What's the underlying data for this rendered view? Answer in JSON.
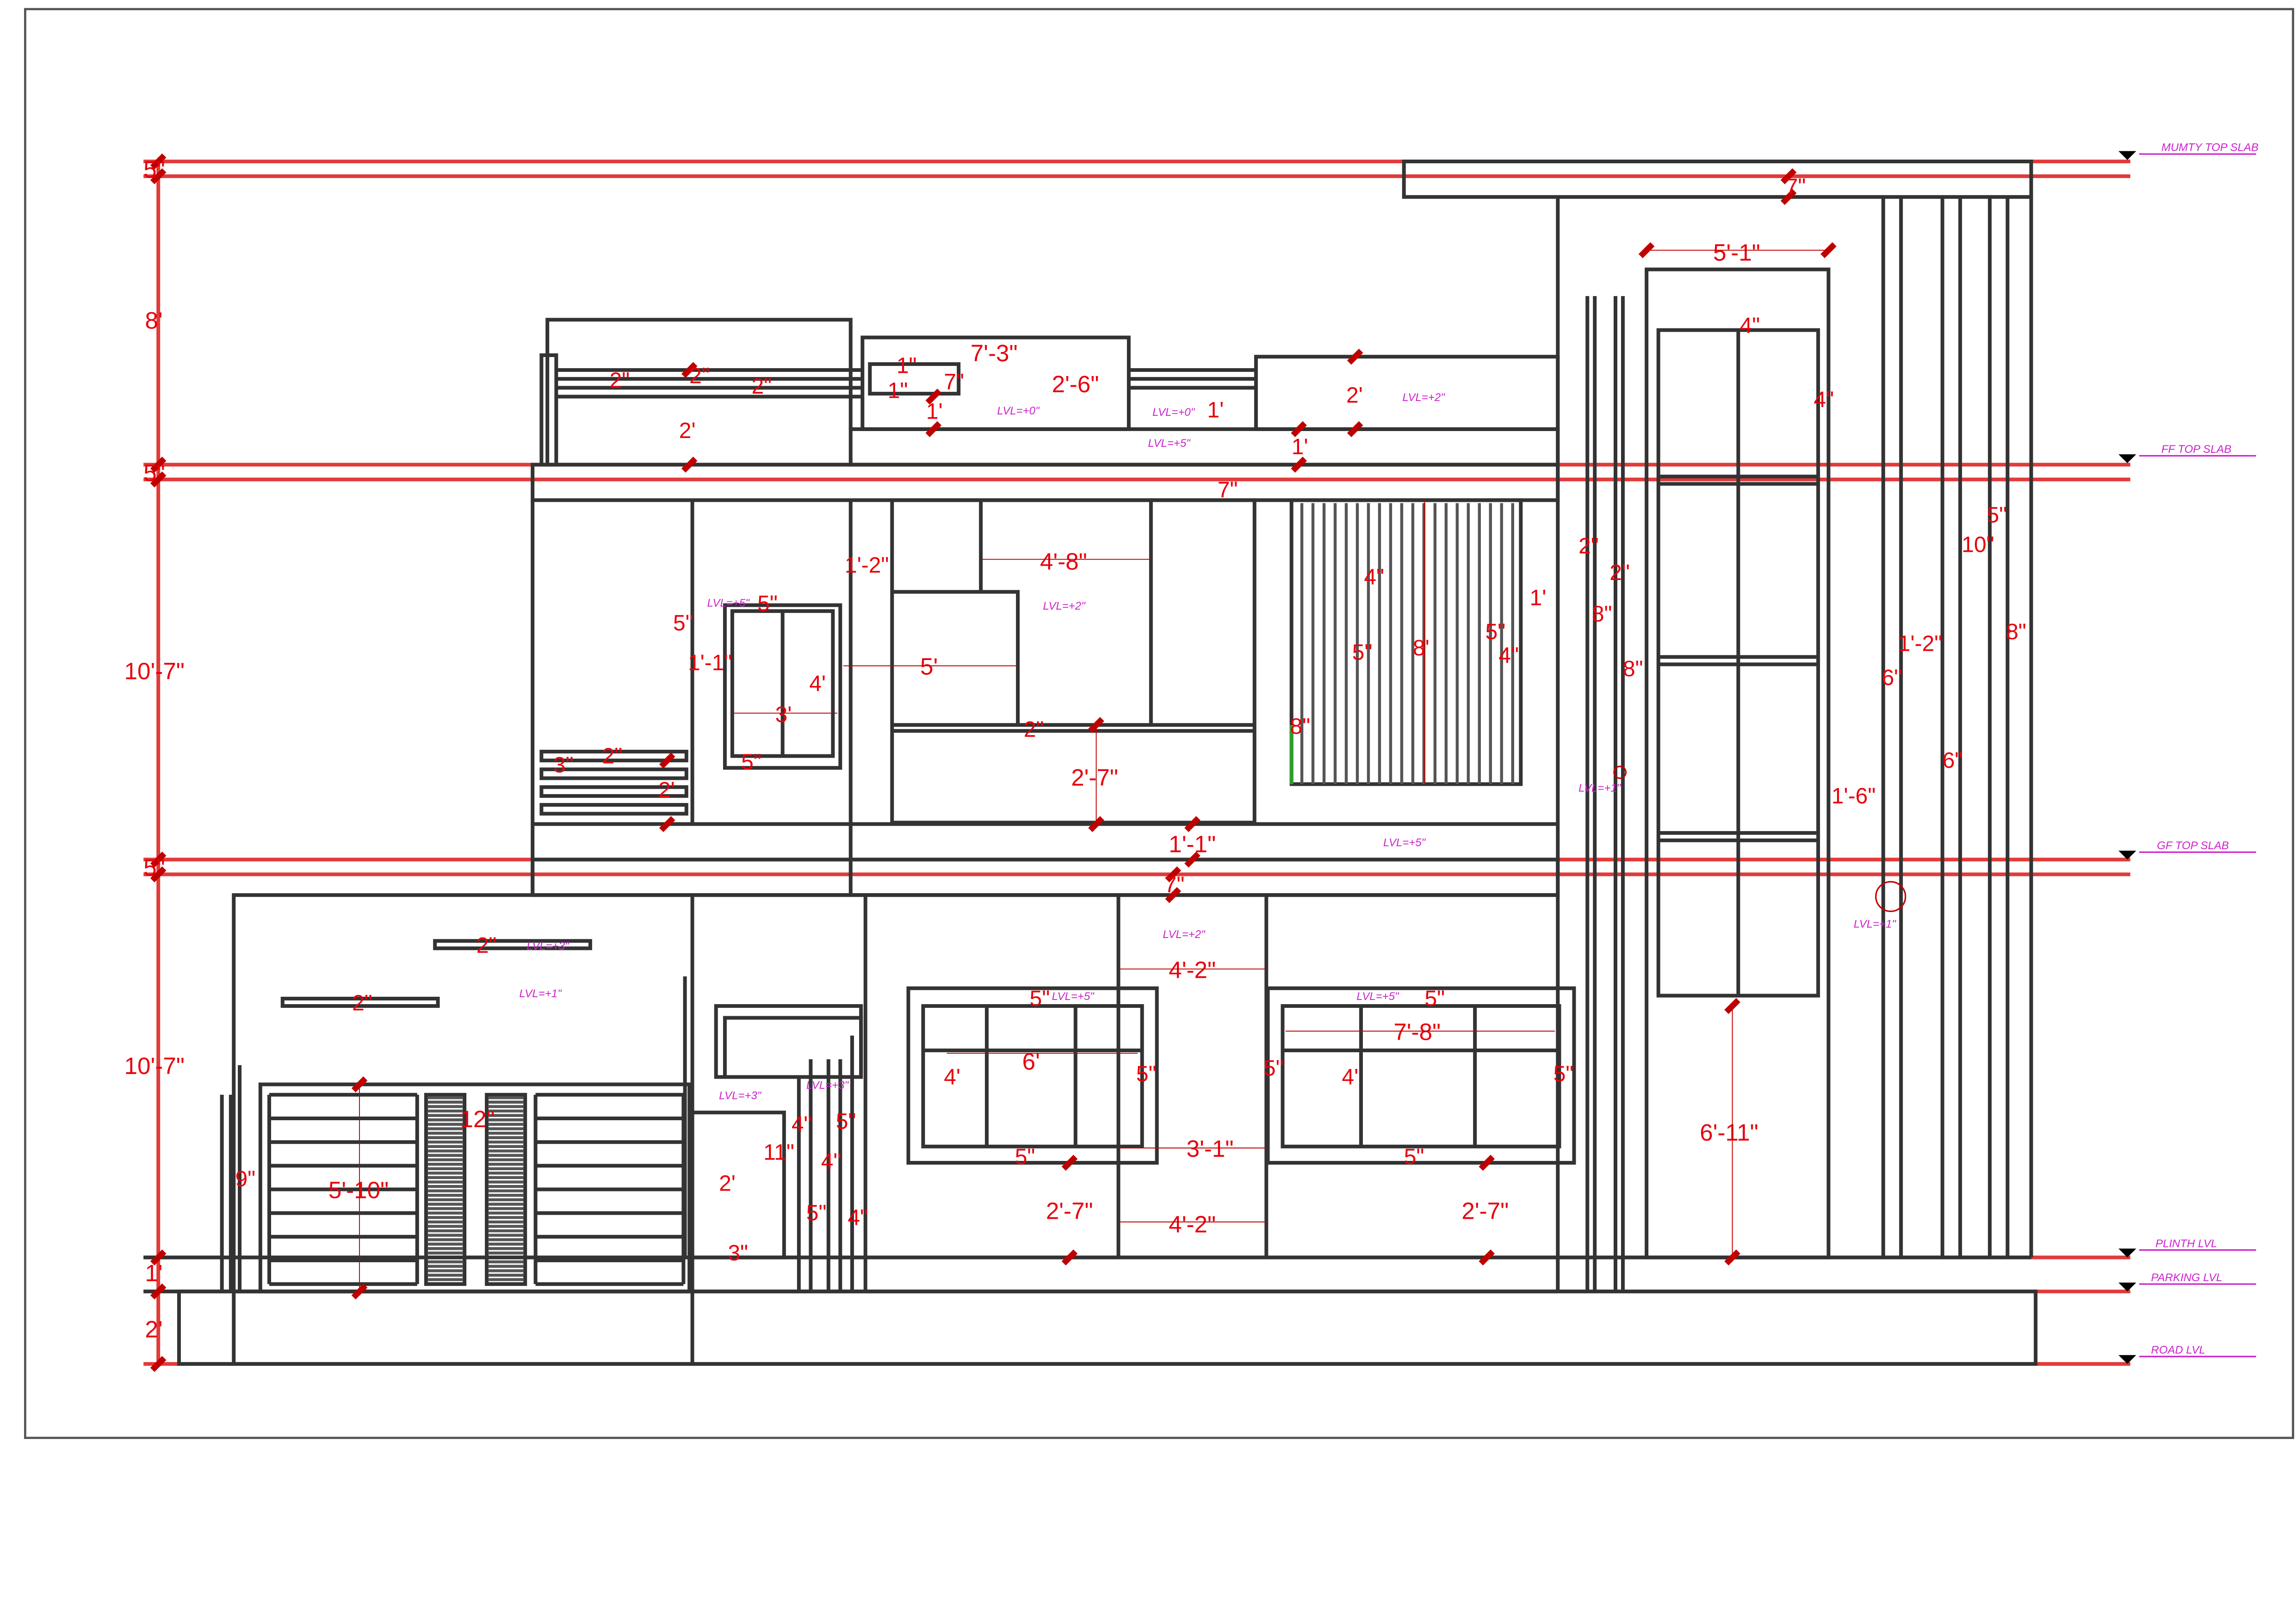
{
  "drawing": {
    "level_labels": {
      "mumty": "MUMTY TOP SLAB",
      "ff": "FF TOP SLAB",
      "gf": "GF TOP SLAB",
      "plinth": "PLINTH LVL",
      "parking": "PARKING LVL",
      "road": "ROAD LVL"
    },
    "left_dims": {
      "mumty_slab": "5\"",
      "mumty_height": "8'",
      "ff_slab": "5\"",
      "ff_height": "10'-7\"",
      "gf_slab": "5\"",
      "gf_height": "10'-7\"",
      "plinth": "1'",
      "parking": "2'"
    },
    "lvl_marks": {
      "parapet_a": "LVL=+0\"",
      "parapet_b": "LVL=+0\"",
      "parapet_c": "LVL=+5\"",
      "parapet_d": "LVL=+2\"",
      "ff_window": "LVL=+5\"",
      "ff_box": "LVL=+2\"",
      "ff_box_b": "LVL=+5\"",
      "ff_stair": "LVL=+1\"",
      "gf_left_a": "LVL=+3\"",
      "gf_left_b": "LVL=+1\"",
      "gf_center": "LVL=+2\"",
      "gf_win_a": "LVL=+5\"",
      "gf_win_b": "LVL=+5\"",
      "gf_entry_a": "LVL=+3\"",
      "gf_entry_b": "LVL=+3\"",
      "stair_right": "LVL=+1\""
    },
    "dims": {
      "mumty_7": "7\"",
      "mumty_w": "5'-1\"",
      "mumty_4a": "4\"",
      "mumty_4b": "4\"",
      "par_2a": "2\"",
      "par_2b": "2\"",
      "par_2c": "2\"",
      "par_2ft": "2'",
      "par_1a": "1\"",
      "par_7": "7\"",
      "par_1b": "1\"",
      "par_1ft": "1'",
      "par_73": "7'-3\"",
      "par_26": "2'-6\"",
      "par_1ft_b": "1'",
      "par_2ft_b": "2'",
      "par_1ft_c": "1'",
      "ff_7": "7\"",
      "ff_12": "1'-2\"",
      "ff_48": "4'-8\"",
      "ff_4a": "4\"",
      "ff_5a": "5\"",
      "ff_8ft": "8'",
      "ff_5b": "5\"",
      "ff_4b": "4\"",
      "ff_1ft": "1'",
      "ff_5c": "5\"",
      "ff_5d": "5\"",
      "ff_11": "1'-1\"",
      "ff_4ft": "4'",
      "ff_5ft": "5'",
      "ff_3ft": "3'",
      "ff_5e": "5\"",
      "ff_2a": "2\"",
      "ff_27": "2'-7\"",
      "ff_8a": "8\"",
      "ff_3a": "3\"",
      "ff_2b": "2\"",
      "ff_2ft": "2'",
      "ff_11b": "1'-1\"",
      "col_2a": "2\"",
      "col_2b": "2\"",
      "col_8a": "8\"",
      "col_8b": "8\"",
      "r_5": "5\"",
      "r_10": "10\"",
      "r_12": "1'-2\"",
      "r_8": "8\"",
      "r_6a": "6\"",
      "r_6b": "6\"",
      "r_16": "1'-6\"",
      "gf_7": "7\"",
      "gf_2a": "2\"",
      "gf_2b": "2\"",
      "gf_42": "4'-2\"",
      "gf_5a": "5\"",
      "gf_5b": "5\"",
      "gf_6ft": "6'",
      "gf_4ft": "4'",
      "gf_5c": "5\"",
      "gf_5d": "5\"",
      "gf_78": "7'-8\"",
      "gf_4ft_b": "4'",
      "gf_5e": "5\"",
      "gf_5f": "5\"",
      "gf_31": "3'-1\"",
      "gf_5g": "5\"",
      "gf_27a": "2'-7\"",
      "gf_42b": "4'-2\"",
      "gf_27b": "2'-7\"",
      "gf_611": "6'-11\"",
      "gate_12": "12\"",
      "gate_510": "5'-10\"",
      "gate_9": "9\"",
      "en_2ft": "2'",
      "en_4a": "4\"",
      "en_5a": "5\"",
      "en_11": "11\"",
      "en_4b": "4\"",
      "en_5b": "5\"",
      "en_4c": "4\"",
      "en_3": "3\""
    }
  }
}
